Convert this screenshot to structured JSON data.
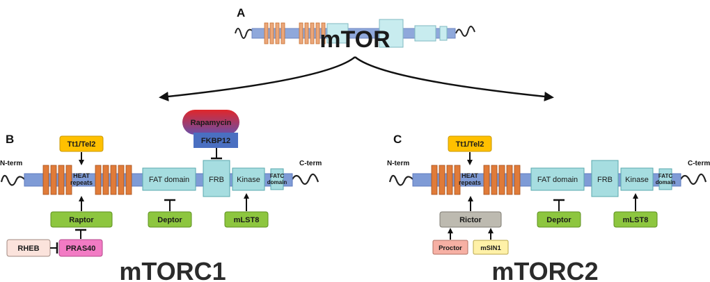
{
  "panels": {
    "a": "A",
    "b": "B",
    "c": "C"
  },
  "top": {
    "title": "mTOR"
  },
  "mtorc1": {
    "title": "mTORC1",
    "n_term": "N-term",
    "c_term": "C-term",
    "heat": "HEAT repeats",
    "fat": "FAT domain",
    "frb": "FRB",
    "kinase": "Kinase",
    "fatc": "FATC domain",
    "tt1": "Tt1/Tel2",
    "rapamycin": "Rapamycin",
    "fkbp12": "FKBP12",
    "raptor": "Raptor",
    "deptor": "Deptor",
    "mlst8": "mLST8",
    "rheb": "RHEB",
    "pras40": "PRAS40"
  },
  "mtorc2": {
    "title": "mTORC2",
    "n_term": "N-term",
    "c_term": "C-term",
    "heat": "HEAT repeats",
    "fat": "FAT domain",
    "frb": "FRB",
    "kinase": "Kinase",
    "fatc": "FATC domain",
    "tt1": "Tt1/Tel2",
    "rictor": "Rictor",
    "deptor": "Deptor",
    "mlst8": "mLST8",
    "proctor": "Proctor",
    "msin1": "mSIN1"
  },
  "colors": {
    "backbone": "#7f9bd6",
    "heat_stripe": "#e07b39",
    "domain_box": "#a6dde0",
    "yellow": "#ffc000",
    "green": "#8dc63f",
    "gray": "#bdbab0",
    "pink": "#f27bc4",
    "light_pink": "#fbe3dc",
    "proctor": "#f6b0a4",
    "msin1": "#fff1a8",
    "fkbp": "#4a6fc1",
    "rapamycin_top": "#e0262a"
  }
}
